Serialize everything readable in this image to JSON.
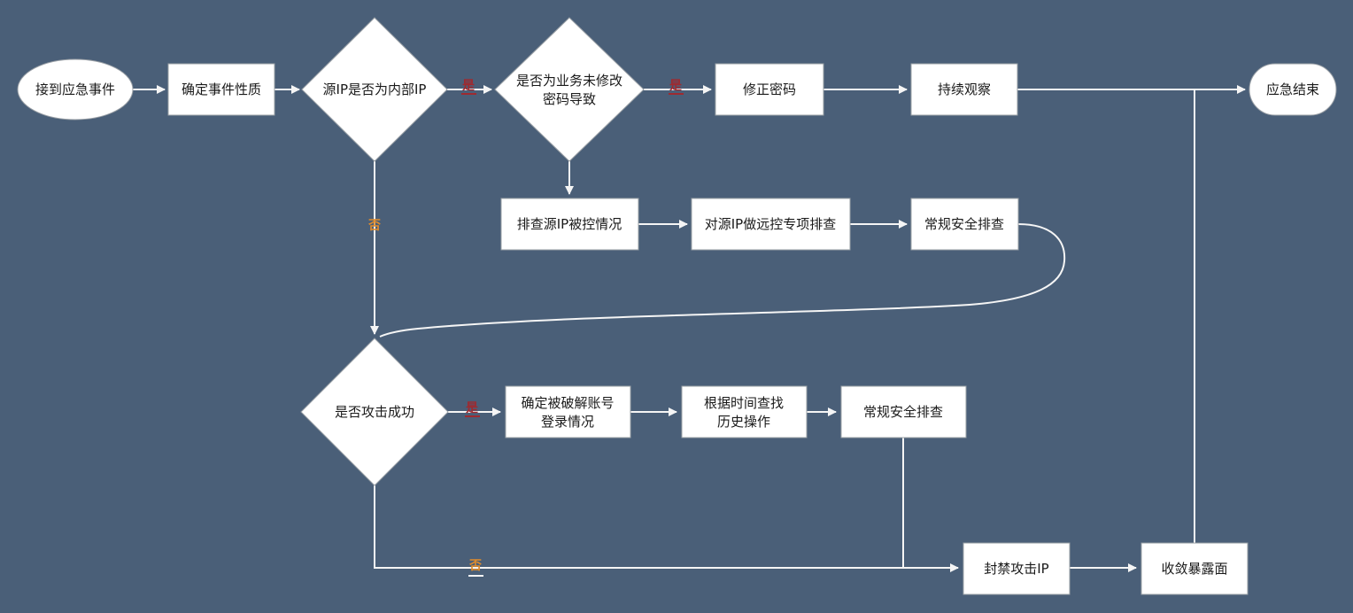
{
  "colors": {
    "bg": "#4a5f78",
    "node_fill": "#ffffff",
    "node_border": "#9aa0a6",
    "line": "#f5f5f5",
    "text": "#1a1a1a",
    "yes": "#9e2a30",
    "no": "#e08c2c"
  },
  "nodes": {
    "start": {
      "label": "接到应急事件"
    },
    "confirm_nature": {
      "label": "确定事件性质"
    },
    "is_internal_ip": {
      "label": "源IP是否为内部IP"
    },
    "is_unmodified_password": {
      "label": "是否为业务未修改密码导致",
      "line1": "是否为业务未修改",
      "line2": "密码导致"
    },
    "fix_password": {
      "label": "修正密码"
    },
    "keep_observing": {
      "label": "持续观察"
    },
    "end": {
      "label": "应急结束"
    },
    "check_ip_controlled": {
      "label": "排查源IP被控情况"
    },
    "rat_special_check": {
      "label": "对源IP做远控专项排查"
    },
    "routine_check_1": {
      "label": "常规安全排查"
    },
    "is_attack_successful": {
      "label": "是否攻击成功"
    },
    "confirm_cracked_account": {
      "label": "确定被破解账号登录情况",
      "line1": "确定被破解账号",
      "line2": "登录情况"
    },
    "find_history_ops": {
      "label": "根据时间查找历史操作",
      "line1": "根据时间查找",
      "line2": "历史操作"
    },
    "routine_check_2": {
      "label": "常规安全排查"
    },
    "ban_attack_ip": {
      "label": "封禁攻击IP"
    },
    "reduce_exposure": {
      "label": "收敛暴露面"
    }
  },
  "edge_labels": {
    "yes": "是",
    "no": "否"
  }
}
